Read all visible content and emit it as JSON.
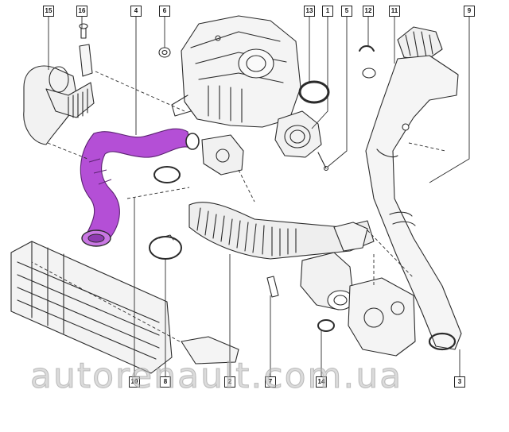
{
  "diagram": {
    "callouts": [
      {
        "id": "c15",
        "label": "15"
      },
      {
        "id": "c16",
        "label": "16"
      },
      {
        "id": "c4",
        "label": "4"
      },
      {
        "id": "c6",
        "label": "6"
      },
      {
        "id": "c13",
        "label": "13"
      },
      {
        "id": "c1",
        "label": "1"
      },
      {
        "id": "c5",
        "label": "5"
      },
      {
        "id": "c12",
        "label": "12"
      },
      {
        "id": "c11",
        "label": "11"
      },
      {
        "id": "c9",
        "label": "9"
      },
      {
        "id": "c10",
        "label": "10"
      },
      {
        "id": "c8",
        "label": "8"
      },
      {
        "id": "c2",
        "label": "2"
      },
      {
        "id": "c7",
        "label": "7"
      },
      {
        "id": "c14",
        "label": "14"
      },
      {
        "id": "c3",
        "label": "3"
      }
    ],
    "highlight_color": "#b44fd6",
    "line_color": "#2b2b2b"
  },
  "watermark": "autorenault.com.ua"
}
